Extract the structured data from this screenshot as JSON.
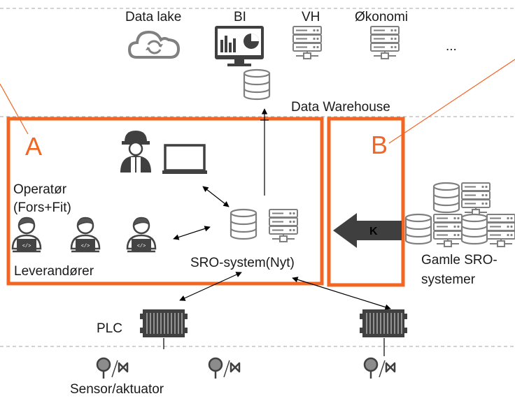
{
  "layers": {
    "top": {
      "systems": [
        "Data lake",
        "BI",
        "VH",
        "Økonomi"
      ],
      "more": "...",
      "warehouse": "Data Warehouse"
    },
    "middle": {
      "zone_a": "A",
      "zone_b": "B",
      "operator": "Operatør\n(Fors+Fit)",
      "suppliers": "Leverandører",
      "new_system": "SRO-system(Nyt)",
      "legacy": "Gamle SRO-\nsystemer",
      "arrow_label": "K"
    },
    "bottom": {
      "plc": "PLC",
      "devices": "Sensor/aktuator"
    }
  },
  "colors": {
    "accent": "#f26522",
    "dark": "#3a3a3a",
    "icon_gray": "#808080",
    "line": "#000000",
    "divider": "#a6a6a6"
  },
  "icons": [
    "cloud-sync-icon",
    "bi-monitor-icon",
    "server-icon",
    "database-icon",
    "worker-icon",
    "laptop-icon",
    "developer-icon",
    "plc-icon",
    "sensor-icon",
    "valve-icon",
    "arrow-icon"
  ]
}
